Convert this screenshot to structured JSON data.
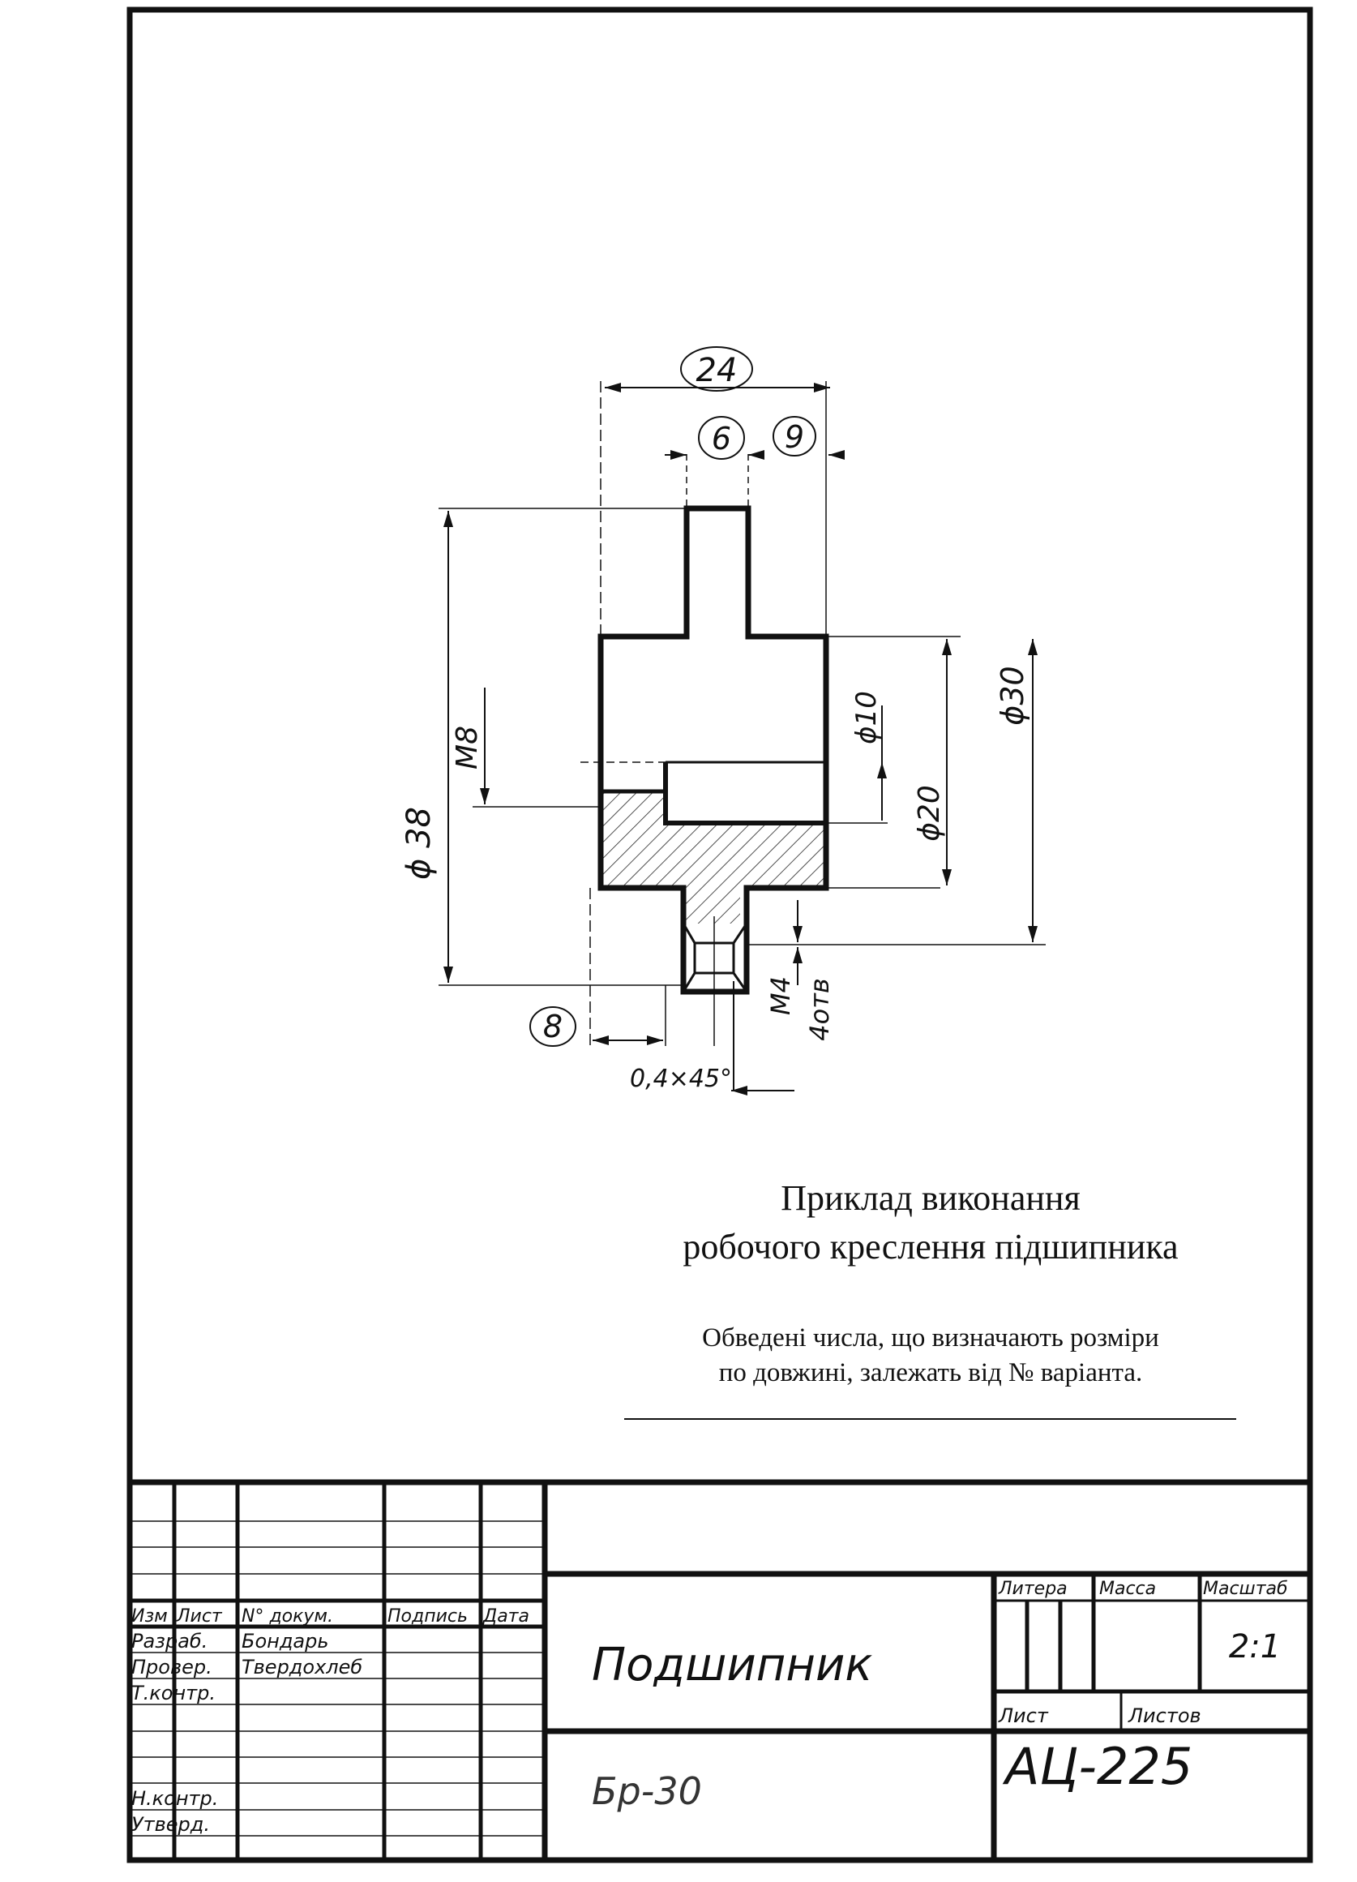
{
  "drawing": {
    "dimensions": {
      "d24": "24",
      "d6": "6",
      "d9": "9",
      "d8": "8",
      "d38": "ϕ 38",
      "m8": "M8",
      "d10": "ϕ10",
      "d20": "ϕ20",
      "d30": "ϕ30",
      "m4": "M4",
      "holes": "4отв",
      "chamfer": "0,4×45°"
    }
  },
  "caption": {
    "title_line1": "Приклад виконання",
    "title_line2": "робочого креслення підшипника",
    "note_line1": "Обведені числа, що визначають розміри",
    "note_line2": "по довжині, залежать від №  варіанта."
  },
  "title_block": {
    "col_izm": "Изм",
    "col_list": "Лист",
    "col_doc": "N° докум.",
    "col_sign": "Подпись",
    "col_date": "Дата",
    "row_razrab": "Разраб.",
    "row_prover": "Провер.",
    "row_tkontr": "Т.контр.",
    "row_nkontr": "Н.контр.",
    "row_utverd": "Утверд.",
    "name_razrab": "Бондарь",
    "name_prover": "Твердохлеб",
    "part_name": "Подшипник",
    "material": "Бр-30",
    "hdr_litera": "Литера",
    "hdr_massa": "Масса",
    "hdr_masshtab": "Масштаб",
    "scale": "2:1",
    "sheet_label": "Лист",
    "sheets_label": "Листов",
    "designation": "АЦ-225"
  }
}
